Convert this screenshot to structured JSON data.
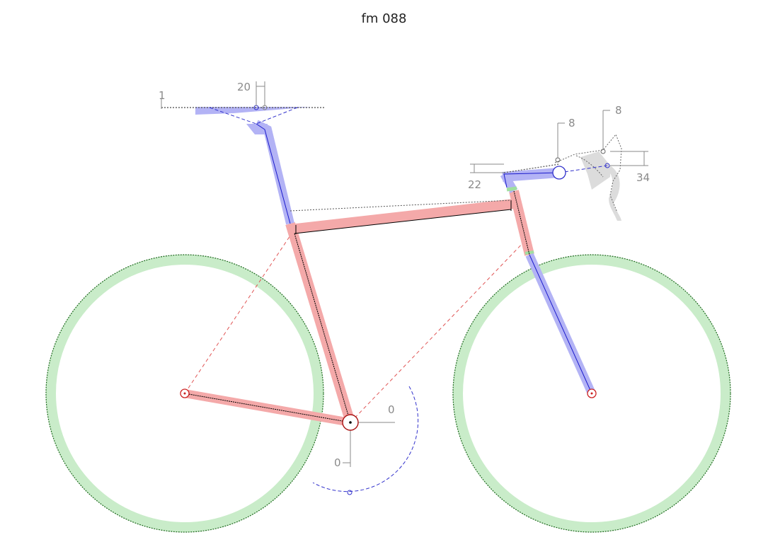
{
  "title": "fm 088",
  "dimensions": {
    "saddle_height_offset": "1",
    "saddle_setback": "20",
    "stem_spacer": "8",
    "bar_reach": "8",
    "stem_rise": "22",
    "bar_drop": "34",
    "crank_horizontal": "0",
    "crank_vertical": "0"
  },
  "colors": {
    "frame": "#f4a9a9",
    "components": "#b3b3f5",
    "wheels": "#c9ecc9",
    "wheel_outline": "#1f6b1f",
    "guide_red": "#e05555",
    "guide_blue": "#3333cc",
    "dim_gray": "#8a8a8a"
  }
}
